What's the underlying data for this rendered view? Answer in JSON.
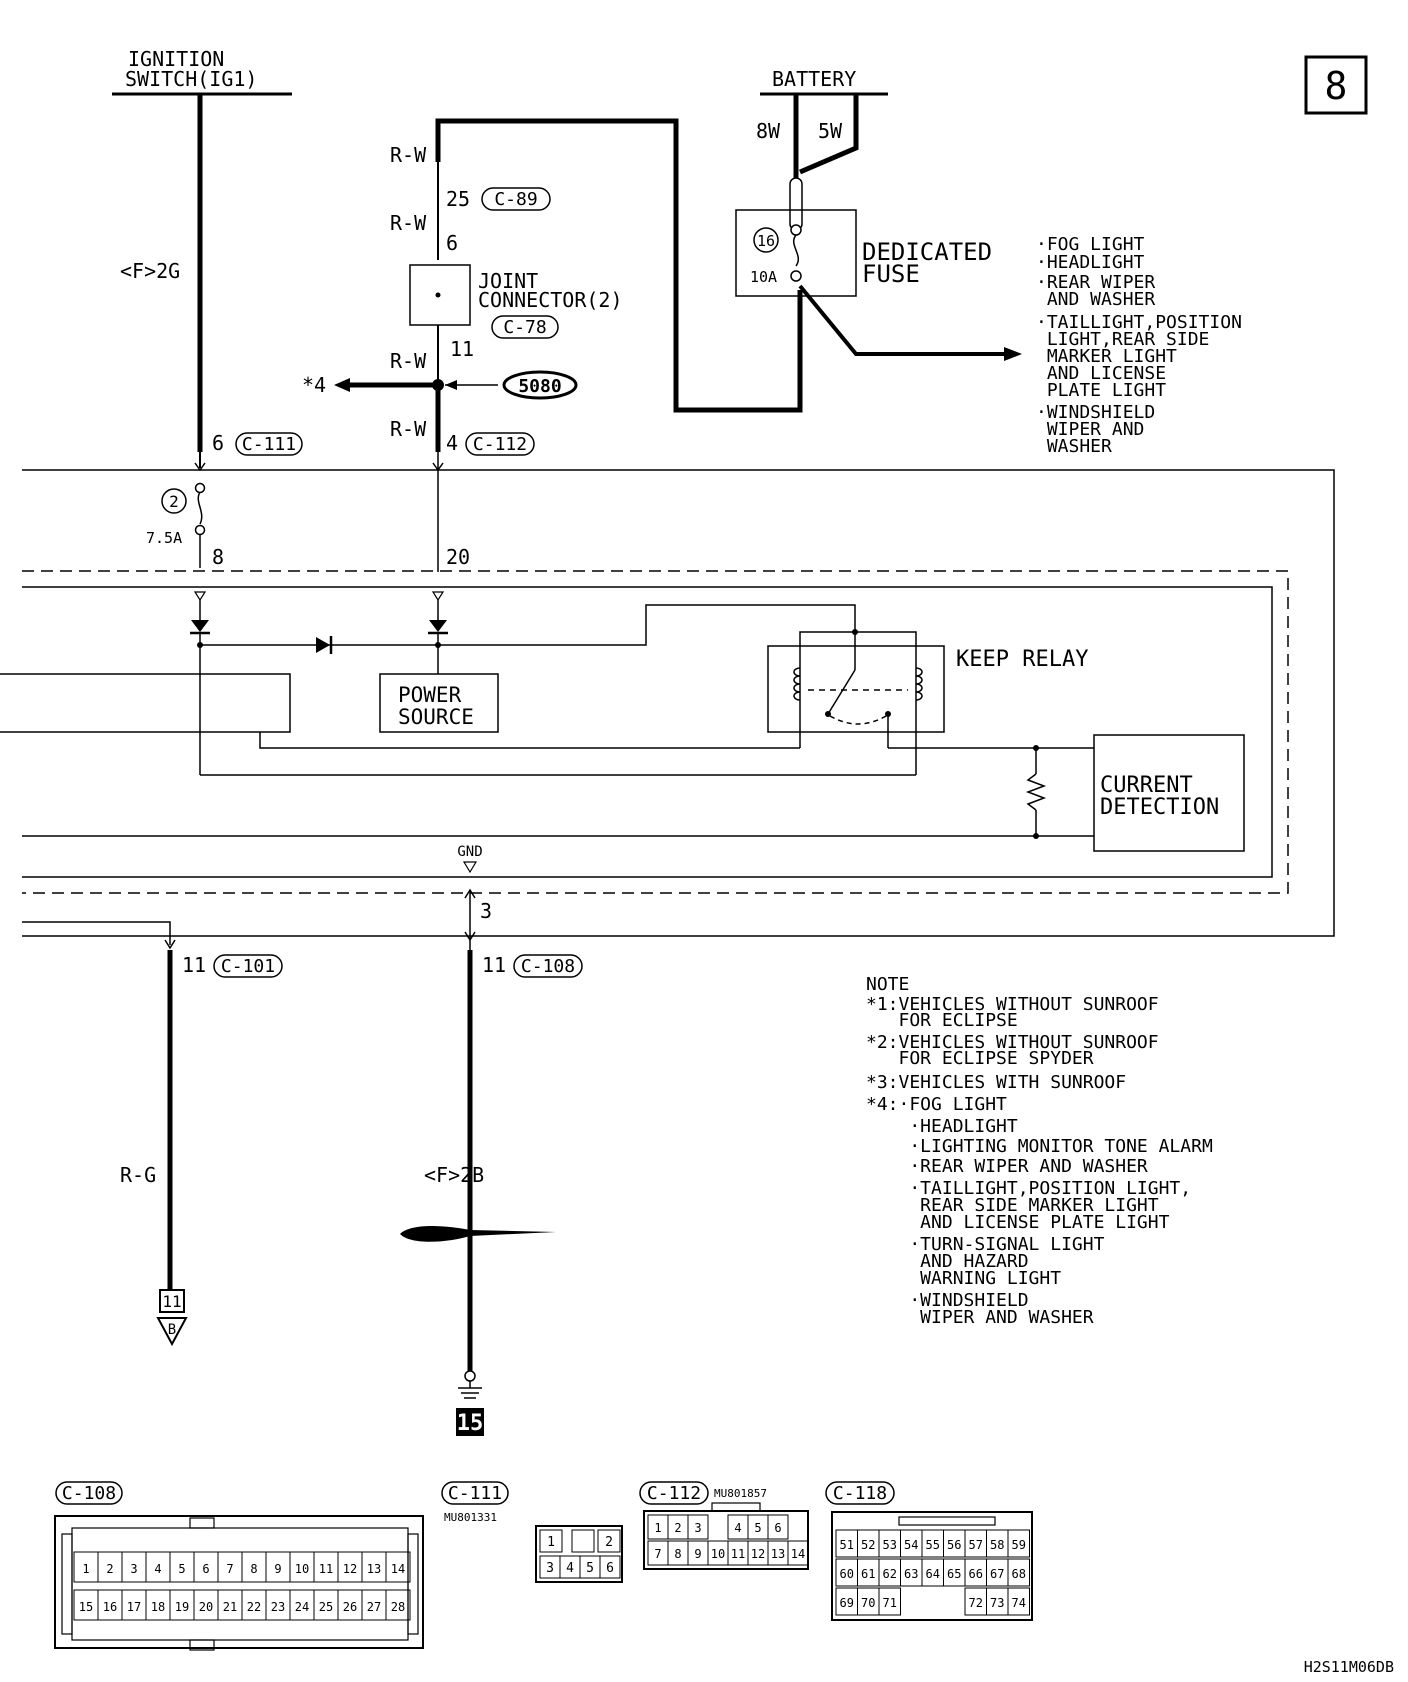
{
  "page_number": "8",
  "footer_code": "H2S11M06DB",
  "power": {
    "ignition_line1": "IGNITION",
    "ignition_line2": "SWITCH(IG1)",
    "battery": "BATTERY",
    "bat_wire_a": "8W",
    "bat_wire_b": "5W",
    "fuse_num": "16",
    "fuse_amp": "10A",
    "dedicated_fuse_1": "DEDICATED",
    "dedicated_fuse_2": "FUSE"
  },
  "fuse_outputs": [
    "·FOG LIGHT",
    "·HEADLIGHT",
    "·REAR WIPER",
    " AND WASHER",
    "·TAILLIGHT,POSITION",
    " LIGHT,REAR SIDE",
    " MARKER LIGHT",
    " AND LICENSE",
    " PLATE LIGHT",
    "·WINDSHIELD",
    " WIPER AND",
    " WASHER"
  ],
  "wires": {
    "f2g": "<F>2G",
    "rw": "R-W",
    "rg": "R-G",
    "f2b": "<F>2B"
  },
  "pins": {
    "p25": "25",
    "p6a": "6",
    "p11a": "11",
    "p6b": "6",
    "p4": "4",
    "p8": "8",
    "p20": "20",
    "p3": "3",
    "p11b": "11",
    "p11c": "11",
    "p2": "2",
    "amp": "7.5A"
  },
  "connectors": {
    "c89": "C-89",
    "c78": "C-78",
    "c111": "C-111",
    "c112": "C-112",
    "c101": "C-101",
    "c108": "C-108"
  },
  "joint": {
    "line1": "JOINT",
    "line2": "CONNECTOR(2)"
  },
  "splice": "5080",
  "star4": "*4",
  "blocks": {
    "power_source_1": "POWER",
    "power_source_2": "SOURCE",
    "keep_relay": "KEEP RELAY",
    "current_detection_1": "CURRENT",
    "current_detection_2": "DETECTION",
    "gnd": "GND"
  },
  "terminals": {
    "to_b_num": "11",
    "to_b_letter": "B",
    "ground_num": "15"
  },
  "note": {
    "title": "NOTE",
    "lines": [
      "*1:VEHICLES WITHOUT SUNROOF",
      "   FOR ECLIPSE",
      "*2:VEHICLES WITHOUT SUNROOF",
      "   FOR ECLIPSE SPYDER",
      "*3:VEHICLES WITH SUNROOF",
      "*4:·FOG LIGHT",
      "    ·HEADLIGHT",
      "    ·LIGHTING MONITOR TONE ALARM",
      "    ·REAR WIPER AND WASHER",
      "    ·TAILLIGHT,POSITION LIGHT,",
      "     REAR SIDE MARKER LIGHT",
      "     AND LICENSE PLATE LIGHT",
      "    ·TURN-SIGNAL LIGHT",
      "     AND HAZARD",
      "     WARNING LIGHT",
      "    ·WINDSHIELD",
      "     WIPER AND WASHER"
    ]
  },
  "connector_views": {
    "c108": {
      "label": "C-108",
      "row1": [
        "1",
        "2",
        "3",
        "4",
        "5",
        "6",
        "7",
        "8",
        "9",
        "10",
        "11",
        "12",
        "13",
        "14"
      ],
      "row2": [
        "15",
        "16",
        "17",
        "18",
        "19",
        "20",
        "21",
        "22",
        "23",
        "24",
        "25",
        "26",
        "27",
        "28"
      ]
    },
    "c111": {
      "label": "C-111",
      "part": "MU801331",
      "row1": [
        "1",
        "",
        "2"
      ],
      "row2": [
        "3",
        "4",
        "5",
        "6"
      ]
    },
    "c112": {
      "label": "C-112",
      "part": "MU801857",
      "row1": [
        "1",
        "2",
        "3",
        "",
        "4",
        "5",
        "6"
      ],
      "row2": [
        "7",
        "8",
        "9",
        "10",
        "11",
        "12",
        "13",
        "14"
      ]
    },
    "c118": {
      "label": "C-118",
      "row1": [
        "51",
        "52",
        "53",
        "54",
        "55",
        "56",
        "57",
        "58",
        "59"
      ],
      "row2": [
        "60",
        "61",
        "62",
        "63",
        "64",
        "65",
        "66",
        "67",
        "68"
      ],
      "row3": [
        "69",
        "70",
        "71",
        "",
        "",
        "",
        "72",
        "73",
        "74"
      ]
    }
  }
}
